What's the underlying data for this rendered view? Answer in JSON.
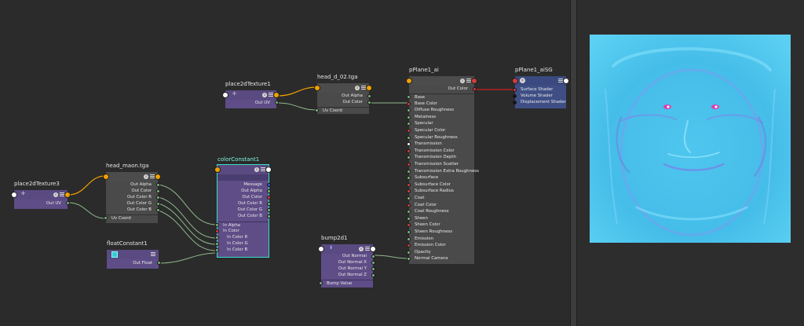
{
  "nodes": {
    "place2d3": {
      "title": "place2dTexture3",
      "out_uv": "Out UV"
    },
    "headMaon": {
      "title": "head_maon.tga",
      "outs": [
        "Out Alpha",
        "Out Color",
        "Out Color R",
        "Out Color G",
        "Out Color B"
      ],
      "uv_coord": "Uv Coord"
    },
    "floatC": {
      "title": "floatConstant1",
      "out_float": "Out Float"
    },
    "place2d1": {
      "title": "place2dTexture1",
      "out_uv": "Out UV"
    },
    "headD": {
      "title": "head_d_02.tga",
      "out_alpha": "Out Alpha",
      "out_color": "Out Color",
      "uv_coord": "Uv Coord"
    },
    "colorC": {
      "title": "colorConstant1",
      "outs": [
        "Message",
        "Out Alpha",
        "Out Color",
        "Out Color R",
        "Out Color G",
        "Out Color B"
      ],
      "ins": [
        "In Alpha",
        "In Color",
        "In Color R",
        "In Color G",
        "In Color B"
      ]
    },
    "bump": {
      "title": "bump2d1",
      "outs": [
        "Out Normal",
        "Out Normal X",
        "Out Normal Y",
        "Out Normal Z"
      ],
      "bump_value": "Bump Value"
    },
    "ai": {
      "title": "pPlane1_ai",
      "out_color": "Out Color",
      "attrs": [
        "Base",
        "Base Color",
        "Diffuse Roughness",
        "Metalness",
        "Specular",
        "Specular Color",
        "Specular Roughness",
        "Transmission",
        "Transmission Color",
        "Transmission Depth",
        "Transmission Scatter",
        "Transmission Extra Roughness",
        "Subsurface",
        "Subsurface Color",
        "Subsurface Radius",
        "Coat",
        "Coat Color",
        "Coat Roughness",
        "Sheen",
        "Sheen Color",
        "Sheen Roughness",
        "Emission",
        "Emission Color",
        "Opacity",
        "Normal Camera"
      ]
    },
    "sg": {
      "title": "pPlane1_aiSG",
      "attrs": [
        "Surface Shader",
        "Volume Shader",
        "Displacement Shader"
      ]
    }
  },
  "colors": {
    "node_purple": "#5e4d87",
    "node_grey": "#4a4a4a",
    "node_blue": "#3f4f86",
    "port_green": "#7db37d",
    "port_red": "#d23c3c",
    "port_orange": "#f0a000",
    "wire_green": "#8fb88c",
    "wire_orange": "#f0a000",
    "wire_red": "#cc2222",
    "selected_outline": "#36e0c8"
  },
  "preview": {
    "texture": "normal-map-face"
  }
}
